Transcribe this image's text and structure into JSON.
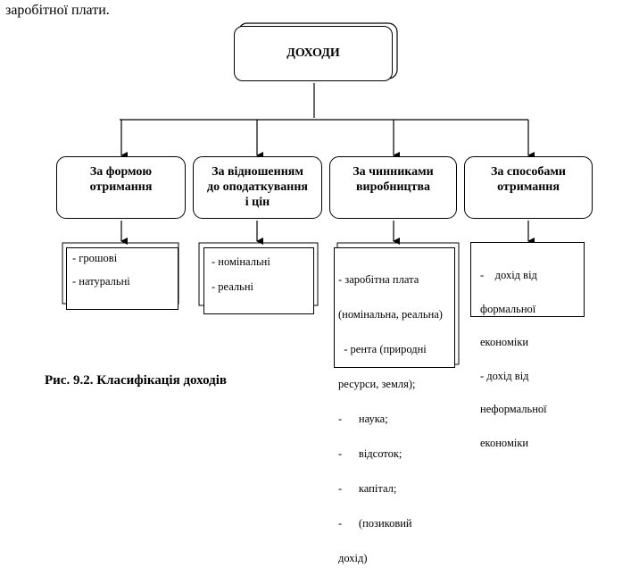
{
  "intro_text": "заробітної плати.",
  "root": {
    "label": "ДОХОДИ"
  },
  "categories": [
    {
      "lines": [
        "За формою",
        "отримання"
      ]
    },
    {
      "lines": [
        "За відношенням",
        "до оподаткування",
        "і цін"
      ]
    },
    {
      "lines": [
        "За чинниками",
        "виробництва"
      ]
    },
    {
      "lines": [
        "За способами",
        "отримання"
      ]
    }
  ],
  "subgroups": [
    {
      "items": [
        "- грошові",
        "",
        "- натуральні"
      ]
    },
    {
      "items": [
        "- номінальні",
        "",
        "- реальні"
      ]
    },
    {
      "items": [
        "- заробітна плата",
        "(номінальна, реальна)",
        "  - рента (природні",
        "ресурси, земля);",
        "-      наука;",
        "-      відсоток;",
        "-      капітал;",
        "-      (позиковий",
        "дохід)"
      ]
    },
    {
      "items": [
        "-    дохід від",
        "формальної",
        "економіки",
        "- дохід від",
        "неформальної",
        "економіки"
      ]
    }
  ],
  "caption": "Рис. 9.2. Класифікація доходів"
}
